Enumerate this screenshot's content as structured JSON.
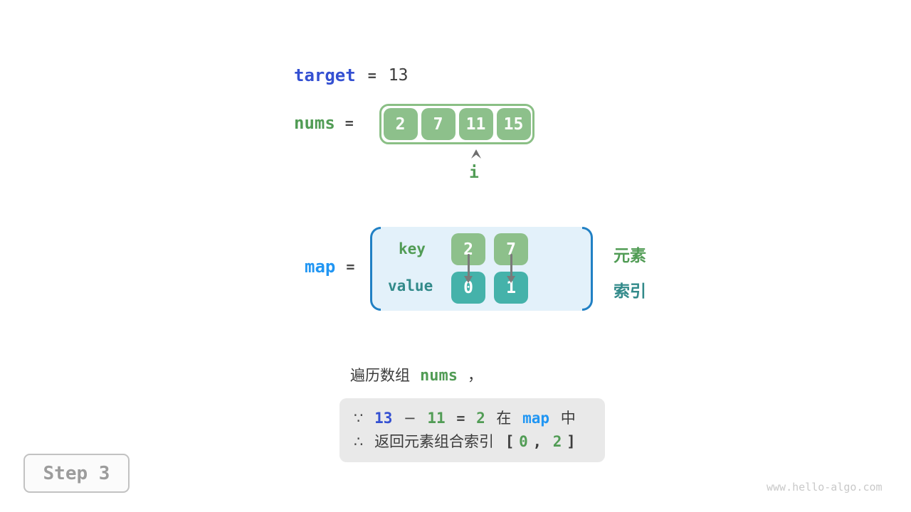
{
  "colors": {
    "keyword_blue": "#3450d2",
    "map_azure": "#2196f3",
    "element_green": "#519c55",
    "box_green": "#8dc08b",
    "index_teal": "#328a8a",
    "box_teal": "#45b2aa",
    "map_bg_blue": "#e3f1fa",
    "bracket_blue": "#2180c4",
    "dark_text": "#3c3c3c",
    "conclusion_bg": "#e9e9e9"
  },
  "target_line": {
    "keyword": "target",
    "equals": "=",
    "value": "13"
  },
  "nums_line": {
    "keyword": "nums",
    "equals": "=",
    "cells": [
      "2",
      "7",
      "11",
      "15"
    ],
    "pointer": "i"
  },
  "map_section": {
    "keyword": "map",
    "equals": "=",
    "key_label": "key",
    "value_label": "value",
    "keys": [
      "2",
      "7"
    ],
    "values": [
      "0",
      "1"
    ],
    "element_label": "元素",
    "index_label": "索引"
  },
  "caption": {
    "text": "遍历数组",
    "code": "nums",
    "comma": "，"
  },
  "conclusion": {
    "line1": {
      "because": "∵",
      "minuend": "13",
      "minus": "−",
      "subtrahend": "11",
      "equals": "=",
      "difference": "2",
      "in_prefix": "在",
      "map": "map",
      "in_suffix": "中"
    },
    "line2": {
      "therefore": "∴",
      "text": "返回元素组合索引",
      "open": "[",
      "first": "0",
      "comma": ",",
      "second": "2",
      "close": "]"
    }
  },
  "step_badge": "Step 3",
  "watermark": "www.hello-algo.com"
}
